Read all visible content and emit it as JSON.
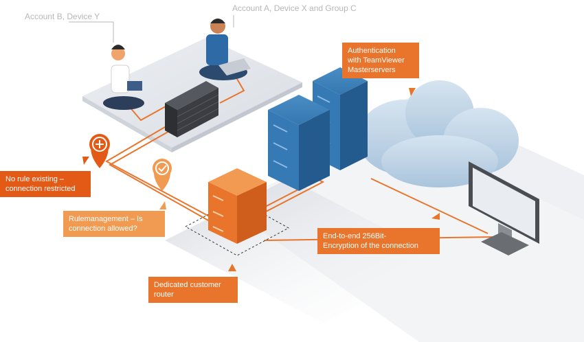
{
  "labels": {
    "account_b": "Account B, Device Y",
    "account_a": "Account A, Device X and Group C",
    "authentication": [
      "Authentication",
      "with TeamViewer",
      "Masterservers"
    ],
    "no_rule": [
      "No rule existing –",
      "connection restricted"
    ],
    "rulemanagement": [
      "Rulemanagement – Is",
      "connection allowed?"
    ],
    "encryption": [
      "End-to-end 256Bit-",
      "Encryption of the connection"
    ],
    "router": [
      "Dedicated customer",
      "router"
    ]
  },
  "icons": {
    "deny_pin": "plus-pin-icon",
    "allow_pin": "check-pin-icon"
  },
  "colors": {
    "orange": "#e9742b",
    "orange_dark": "#e35a16",
    "orange_light": "#f09a52",
    "blue_server": "#2f6fa8",
    "cloud": "#c9dcec",
    "platform": "#e6e8ec",
    "firewall": "#3b3d42"
  }
}
